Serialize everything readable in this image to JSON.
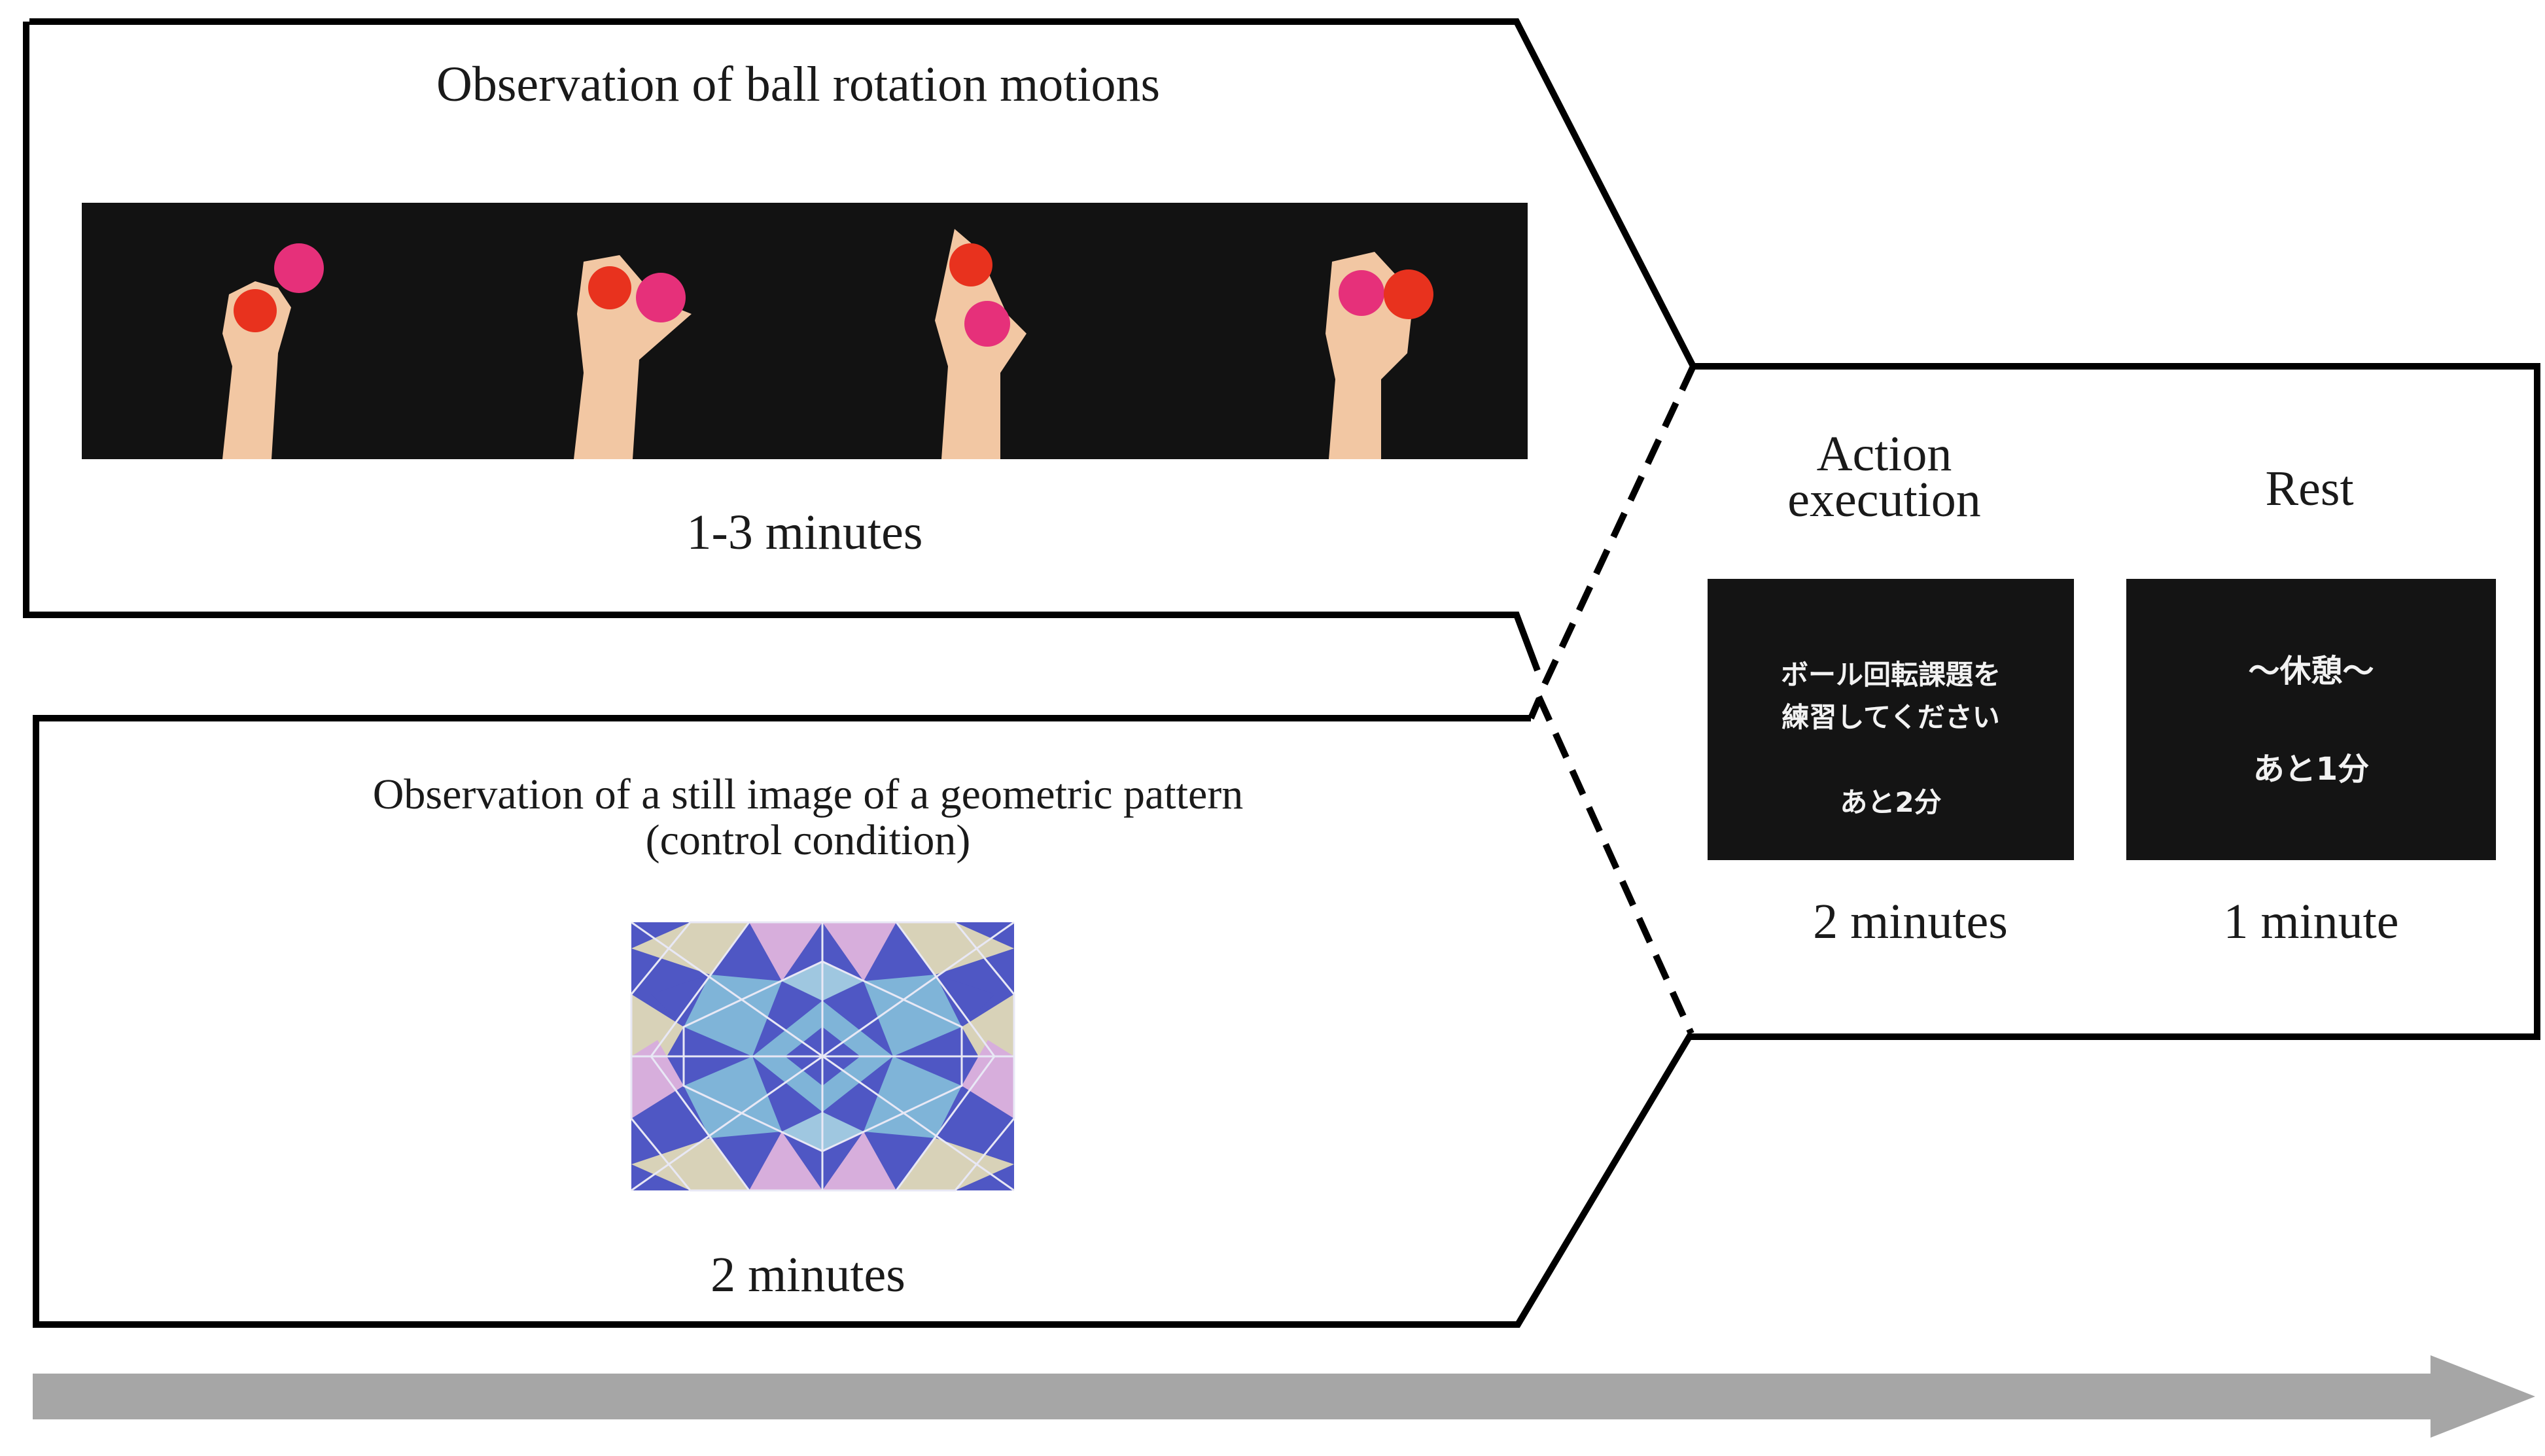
{
  "observation_ball": {
    "title": "Observation of ball rotation motions",
    "duration": "1-3 minutes",
    "frames": [
      {
        "ball_top": "magenta",
        "ball_bottom": "red"
      },
      {
        "ball_top": "red",
        "ball_bottom": "magenta"
      },
      {
        "ball_top": "red",
        "ball_bottom": "magenta"
      },
      {
        "ball_top": "magenta",
        "ball_bottom": "red"
      }
    ]
  },
  "observation_pattern": {
    "title_line1": "Observation of a still image of a geometric pattern",
    "title_line2": "(control condition)",
    "duration": "2 minutes"
  },
  "action_execution": {
    "title_line1": "Action",
    "title_line2": "execution",
    "screen_line1": "ボール回転課題を",
    "screen_line2": "練習してください",
    "screen_line3": "あと2分",
    "duration": "2 minutes"
  },
  "rest": {
    "title": "Rest",
    "screen_line1": "～休憩～",
    "screen_line2": "あと1分",
    "duration": "1 minute"
  },
  "colors": {
    "outline": "#000000",
    "screen_bg": "#141414",
    "arrow": "#a6a6a6",
    "ball_red": "#e8321e",
    "ball_magenta": "#e6307a",
    "skin": "#f2c7a3",
    "pattern_blue": "#4f57c4",
    "pattern_light": "#7fb4d8",
    "pattern_pink": "#d7aedc",
    "pattern_beige": "#d8d2b8"
  }
}
